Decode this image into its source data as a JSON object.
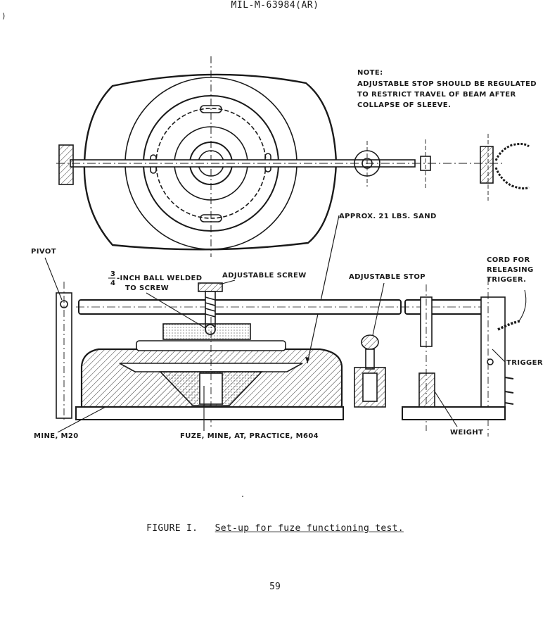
{
  "header": {
    "doc_id": "MIL-M-63984(AR)",
    "margin_mark": ")"
  },
  "figure": {
    "note": [
      "NOTE:",
      "ADJUSTABLE STOP SHOULD BE REGULATED",
      "TO RESTRICT TRAVEL OF BEAM AFTER",
      "COLLAPSE OF SLEEVE."
    ],
    "labels": {
      "approx_sand": "APPROX. 21 LBS. SAND",
      "pivot": "PIVOT",
      "ball_fraction_num": "3",
      "ball_fraction_den": "4",
      "ball_line1": "-INCH BALL WELDED",
      "ball_line2": "TO SCREW",
      "adjustable_screw": "ADJUSTABLE SCREW",
      "adjustable_stop": "ADJUSTABLE STOP",
      "cord_line1": "CORD FOR",
      "cord_line2": "RELEASING",
      "cord_line3": "TRIGGER.",
      "trigger": "TRIGGER",
      "mine": "MINE, M20",
      "fuze": "FUZE, MINE, AT, PRACTICE, M604",
      "weight": "WEIGHT"
    }
  },
  "caption": {
    "label": "FIGURE I.",
    "text": "Set-up for fuze functioning test."
  },
  "page_number": "59"
}
